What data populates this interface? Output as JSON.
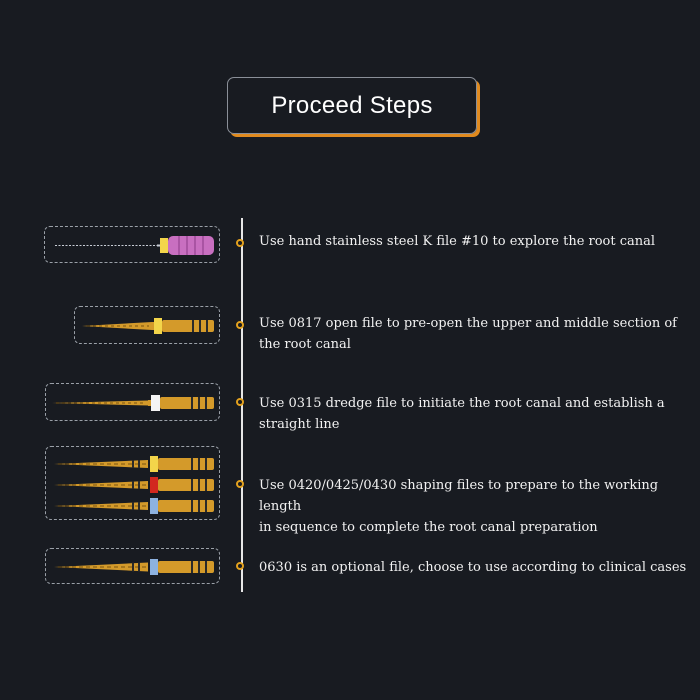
{
  "title": "Proceed Steps",
  "colors": {
    "background": "#181b21",
    "accent": "#e08a1e",
    "file_gold": "#d49a2a",
    "handle_k10": "#c86fc0",
    "band_yellow": "#f3d54a",
    "band_white": "#f4f4f4",
    "band_red": "#d2281f",
    "band_blue": "#8db2e0"
  },
  "steps": [
    {
      "text": "Use hand stainless steel K file #10 to explore the root canal",
      "icon": "k-file-10-icon"
    },
    {
      "text": "Use 0817 open file to pre-open the upper and middle section of\nthe root canal",
      "icon": "open-file-0817-icon"
    },
    {
      "text": "Use 0315 dredge file to initiate the root canal and establish a\nstraight line",
      "icon": "dredge-file-0315-icon"
    },
    {
      "text": "Use 0420/0425/0430 shaping files to prepare to the working length\nin sequence to complete the root canal preparation",
      "icon": "shaping-files-0420-0425-0430-icon"
    },
    {
      "text": "0630 is an optional file, choose to use according to clinical cases",
      "icon": "optional-file-0630-icon"
    }
  ]
}
